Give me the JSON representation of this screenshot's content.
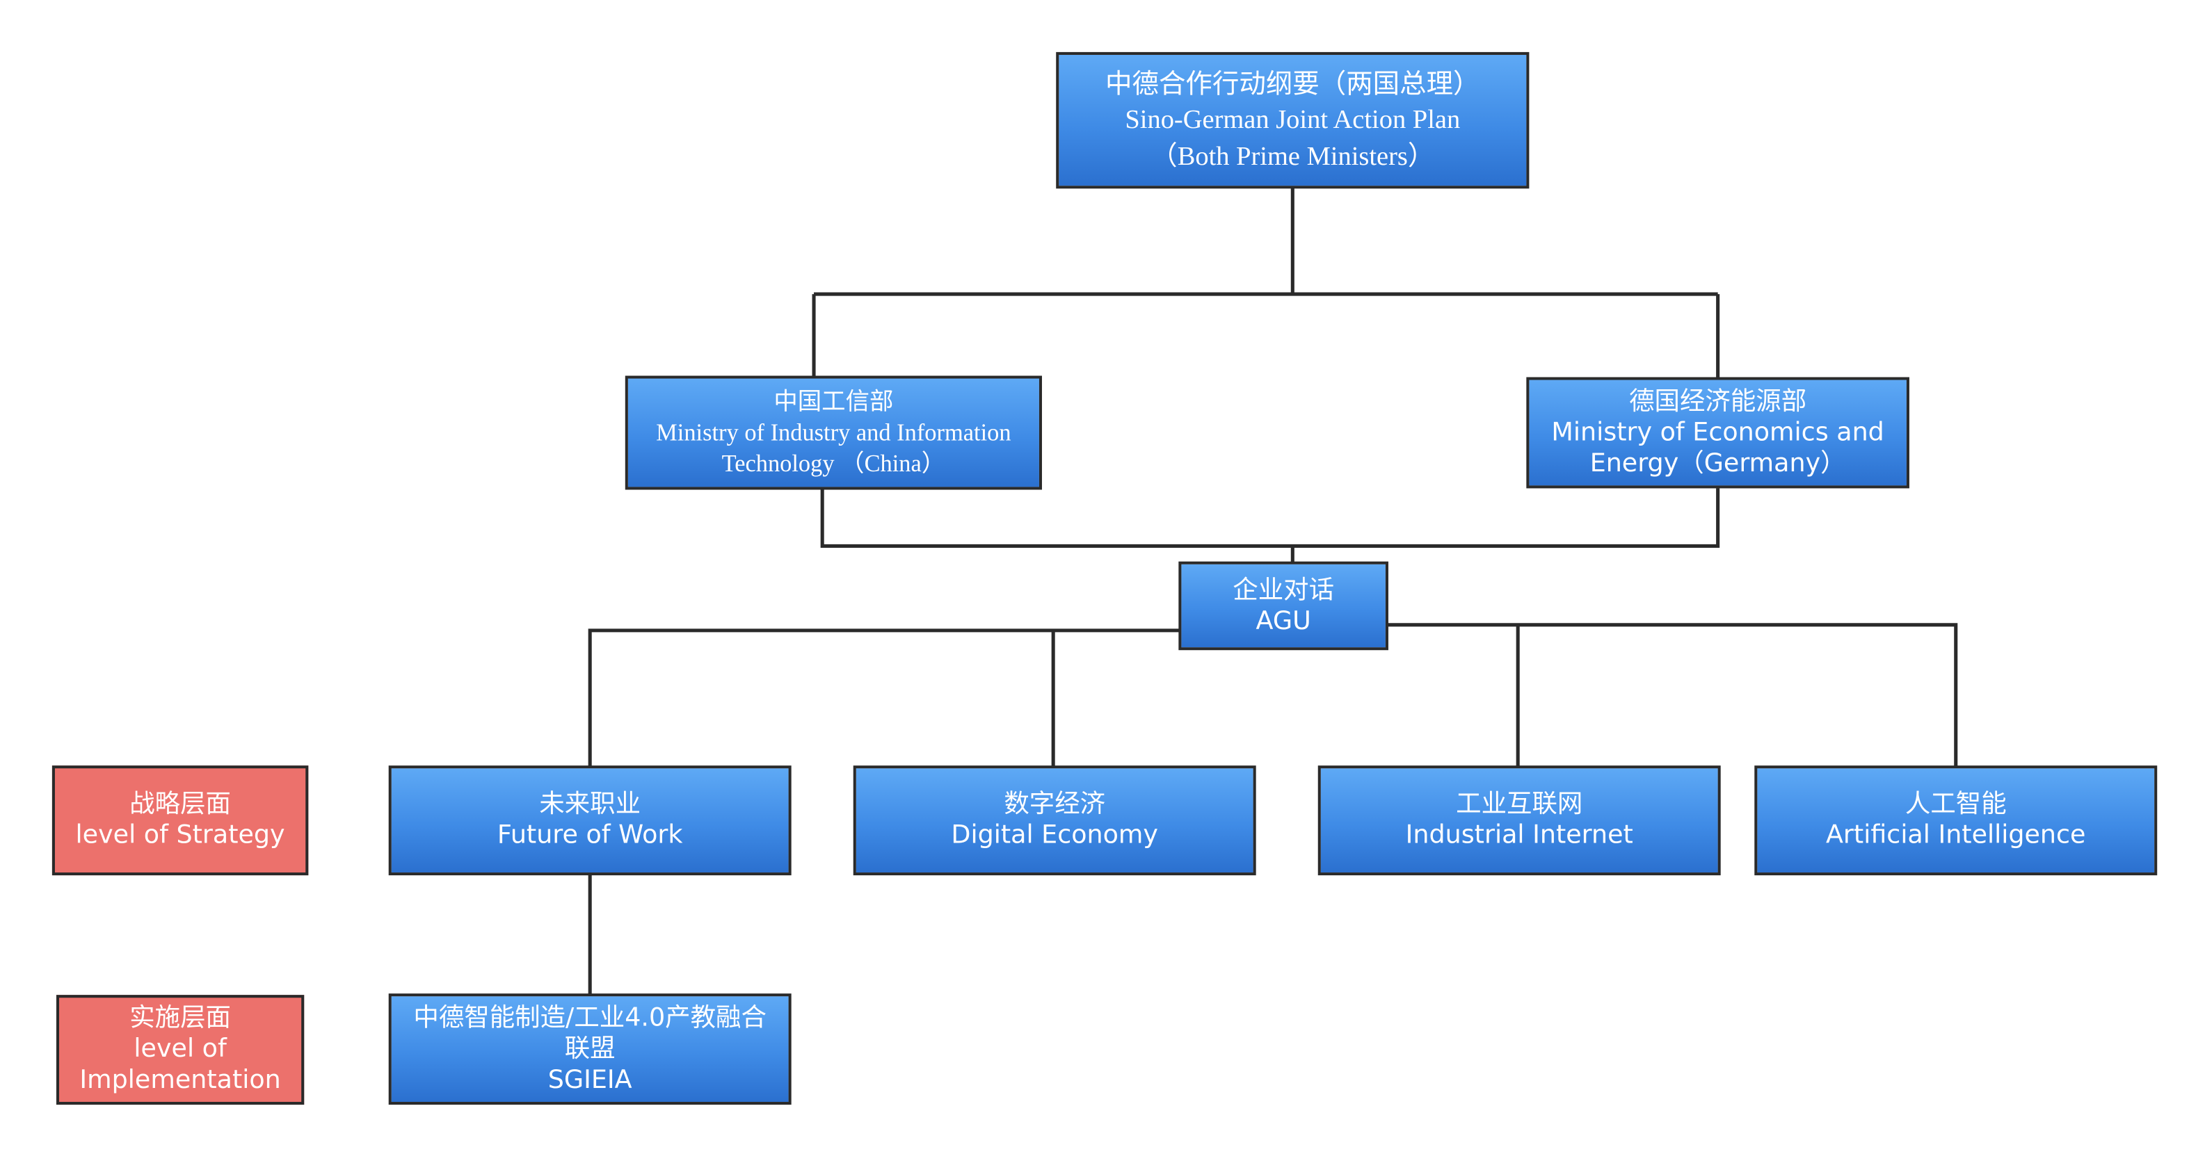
{
  "root": {
    "zh": "中德合作行动纲要（两国总理）",
    "en": "Sino-German Joint Action Plan",
    "en2": "（Both Prime Ministers）"
  },
  "ministries": {
    "china": {
      "zh": "中国工信部",
      "en": "Ministry of Industry and Information",
      "en2": "Technology （China）"
    },
    "germany": {
      "zh": "德国经济能源部",
      "en": "Ministry of Economics and",
      "en2": "Energy（Germany）"
    }
  },
  "agu": {
    "zh": "企业对话",
    "en": "AGU"
  },
  "strategy_nodes": [
    {
      "zh": "未来职业",
      "en": "Future of Work"
    },
    {
      "zh": "数字经济",
      "en": "Digital Economy"
    },
    {
      "zh": "工业互联网",
      "en": "Industrial Internet"
    },
    {
      "zh": "人工智能",
      "en": "Artificial Intelligence"
    }
  ],
  "implementation_node": {
    "zh": "中德智能制造/工业4.0产教融合",
    "zh2": "联盟",
    "en": "SGIEIA"
  },
  "levels": {
    "strategy": {
      "zh": "战略层面",
      "en": "level of Strategy"
    },
    "implementation": {
      "zh": "实施层面",
      "en": "level of",
      "en2": "Implementation"
    }
  },
  "colors": {
    "box_top": "#5ea9f5",
    "box_bottom": "#2b70cf",
    "level_box": "#ec716c",
    "border": "#2a2a2a",
    "connector": "#2a2a2a"
  }
}
